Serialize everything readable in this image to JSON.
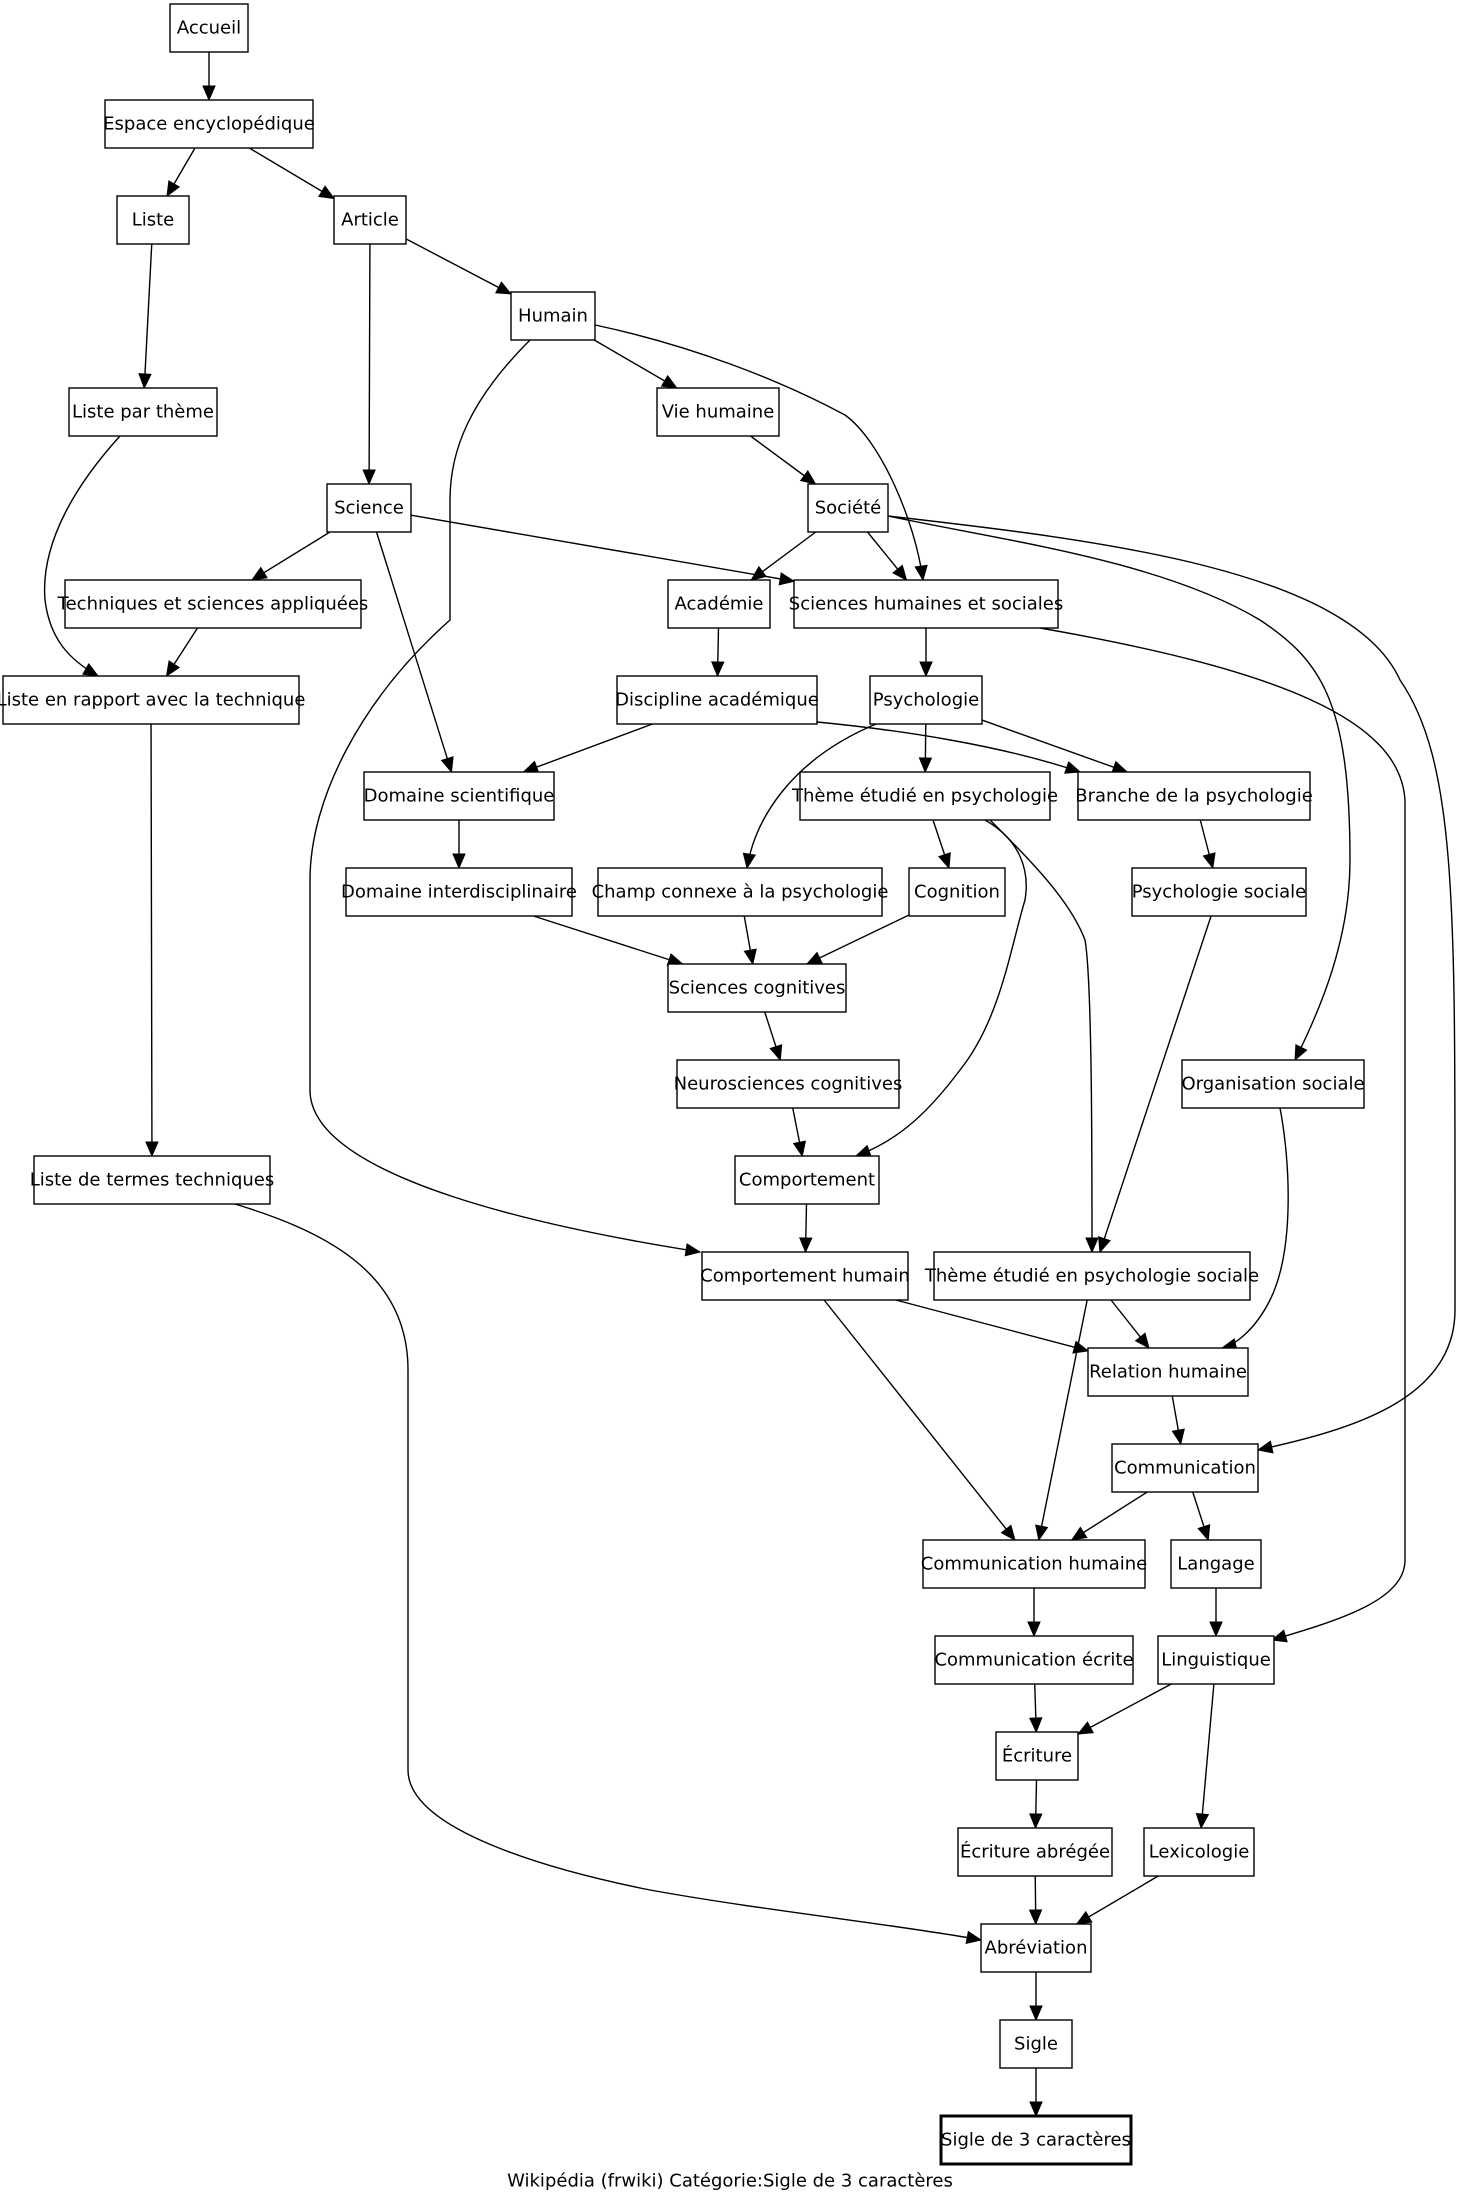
{
  "caption": "Wikipédia (frwiki) Catégorie:Sigle de 3 caractères",
  "nodes": [
    {
      "id": "accueil",
      "label": "Accueil"
    },
    {
      "id": "espace",
      "label": "Espace encyclopédique"
    },
    {
      "id": "liste",
      "label": "Liste"
    },
    {
      "id": "article",
      "label": "Article"
    },
    {
      "id": "humain",
      "label": "Humain"
    },
    {
      "id": "liste-theme",
      "label": "Liste par thème"
    },
    {
      "id": "vie-humaine",
      "label": "Vie humaine"
    },
    {
      "id": "science",
      "label": "Science"
    },
    {
      "id": "societe",
      "label": "Société"
    },
    {
      "id": "techniques",
      "label": "Techniques et sciences appliquées"
    },
    {
      "id": "academie",
      "label": "Académie"
    },
    {
      "id": "shs",
      "label": "Sciences humaines et sociales"
    },
    {
      "id": "liste-technique",
      "label": "Liste en rapport avec la technique"
    },
    {
      "id": "discipline",
      "label": "Discipline académique"
    },
    {
      "id": "psychologie",
      "label": "Psychologie"
    },
    {
      "id": "domaine-sci",
      "label": "Domaine scientifique"
    },
    {
      "id": "theme-psy",
      "label": "Thème étudié en psychologie"
    },
    {
      "id": "branche-psy",
      "label": "Branche de la psychologie"
    },
    {
      "id": "domaine-inter",
      "label": "Domaine interdisciplinaire"
    },
    {
      "id": "champ-connexe",
      "label": "Champ connexe à la psychologie"
    },
    {
      "id": "cognition",
      "label": "Cognition"
    },
    {
      "id": "psy-sociale",
      "label": "Psychologie sociale"
    },
    {
      "id": "sci-cognitives",
      "label": "Sciences cognitives"
    },
    {
      "id": "neurosciences",
      "label": "Neurosciences cognitives"
    },
    {
      "id": "organisation",
      "label": "Organisation sociale"
    },
    {
      "id": "termes-tech",
      "label": "Liste de termes techniques"
    },
    {
      "id": "comportement",
      "label": "Comportement"
    },
    {
      "id": "comp-humain",
      "label": "Comportement humain"
    },
    {
      "id": "theme-psy-soc",
      "label": "Thème étudié en psychologie sociale"
    },
    {
      "id": "relation",
      "label": "Relation humaine"
    },
    {
      "id": "communication",
      "label": "Communication"
    },
    {
      "id": "comm-humaine",
      "label": "Communication humaine"
    },
    {
      "id": "langage",
      "label": "Langage"
    },
    {
      "id": "comm-ecrite",
      "label": "Communication écrite"
    },
    {
      "id": "linguistique",
      "label": "Linguistique"
    },
    {
      "id": "ecriture",
      "label": "Écriture"
    },
    {
      "id": "ecriture-abregee",
      "label": "Écriture abrégée"
    },
    {
      "id": "lexicologie",
      "label": "Lexicologie"
    },
    {
      "id": "abreviation",
      "label": "Abréviation"
    },
    {
      "id": "sigle",
      "label": "Sigle"
    },
    {
      "id": "sigle-3",
      "label": "Sigle de 3 caractères"
    }
  ],
  "edges": [
    {
      "from": "accueil",
      "to": "espace"
    },
    {
      "from": "espace",
      "to": "liste"
    },
    {
      "from": "espace",
      "to": "article"
    },
    {
      "from": "liste",
      "to": "liste-theme"
    },
    {
      "from": "article",
      "to": "humain"
    },
    {
      "from": "article",
      "to": "science"
    },
    {
      "from": "humain",
      "to": "vie-humaine"
    },
    {
      "from": "humain",
      "to": "shs"
    },
    {
      "from": "humain",
      "to": "comp-humain"
    },
    {
      "from": "liste-theme",
      "to": "liste-technique"
    },
    {
      "from": "vie-humaine",
      "to": "societe"
    },
    {
      "from": "science",
      "to": "techniques"
    },
    {
      "from": "science",
      "to": "shs"
    },
    {
      "from": "science",
      "to": "domaine-sci"
    },
    {
      "from": "societe",
      "to": "academie"
    },
    {
      "from": "societe",
      "to": "shs"
    },
    {
      "from": "societe",
      "to": "organisation"
    },
    {
      "from": "societe",
      "to": "communication"
    },
    {
      "from": "techniques",
      "to": "liste-technique"
    },
    {
      "from": "academie",
      "to": "discipline"
    },
    {
      "from": "shs",
      "to": "psychologie"
    },
    {
      "from": "shs",
      "to": "linguistique"
    },
    {
      "from": "liste-technique",
      "to": "termes-tech"
    },
    {
      "from": "discipline",
      "to": "domaine-sci"
    },
    {
      "from": "discipline",
      "to": "branche-psy"
    },
    {
      "from": "psychologie",
      "to": "theme-psy"
    },
    {
      "from": "psychologie",
      "to": "branche-psy"
    },
    {
      "from": "psychologie",
      "to": "champ-connexe"
    },
    {
      "from": "domaine-sci",
      "to": "domaine-inter"
    },
    {
      "from": "theme-psy",
      "to": "cognition"
    },
    {
      "from": "theme-psy",
      "to": "comportement"
    },
    {
      "from": "theme-psy",
      "to": "theme-psy-soc"
    },
    {
      "from": "branche-psy",
      "to": "psy-sociale"
    },
    {
      "from": "domaine-inter",
      "to": "sci-cognitives"
    },
    {
      "from": "champ-connexe",
      "to": "sci-cognitives"
    },
    {
      "from": "cognition",
      "to": "sci-cognitives"
    },
    {
      "from": "psy-sociale",
      "to": "theme-psy-soc"
    },
    {
      "from": "sci-cognitives",
      "to": "neurosciences"
    },
    {
      "from": "neurosciences",
      "to": "comportement"
    },
    {
      "from": "organisation",
      "to": "relation"
    },
    {
      "from": "termes-tech",
      "to": "abreviation"
    },
    {
      "from": "comportement",
      "to": "comp-humain"
    },
    {
      "from": "comp-humain",
      "to": "relation"
    },
    {
      "from": "comp-humain",
      "to": "comm-humaine"
    },
    {
      "from": "theme-psy-soc",
      "to": "relation"
    },
    {
      "from": "theme-psy-soc",
      "to": "comm-humaine"
    },
    {
      "from": "relation",
      "to": "communication"
    },
    {
      "from": "communication",
      "to": "comm-humaine"
    },
    {
      "from": "communication",
      "to": "langage"
    },
    {
      "from": "comm-humaine",
      "to": "comm-ecrite"
    },
    {
      "from": "langage",
      "to": "linguistique"
    },
    {
      "from": "comm-ecrite",
      "to": "ecriture"
    },
    {
      "from": "linguistique",
      "to": "ecriture"
    },
    {
      "from": "linguistique",
      "to": "lexicologie"
    },
    {
      "from": "ecriture",
      "to": "ecriture-abregee"
    },
    {
      "from": "ecriture-abregee",
      "to": "abreviation"
    },
    {
      "from": "lexicologie",
      "to": "abreviation"
    },
    {
      "from": "abreviation",
      "to": "sigle"
    },
    {
      "from": "sigle",
      "to": "sigle-3"
    }
  ]
}
